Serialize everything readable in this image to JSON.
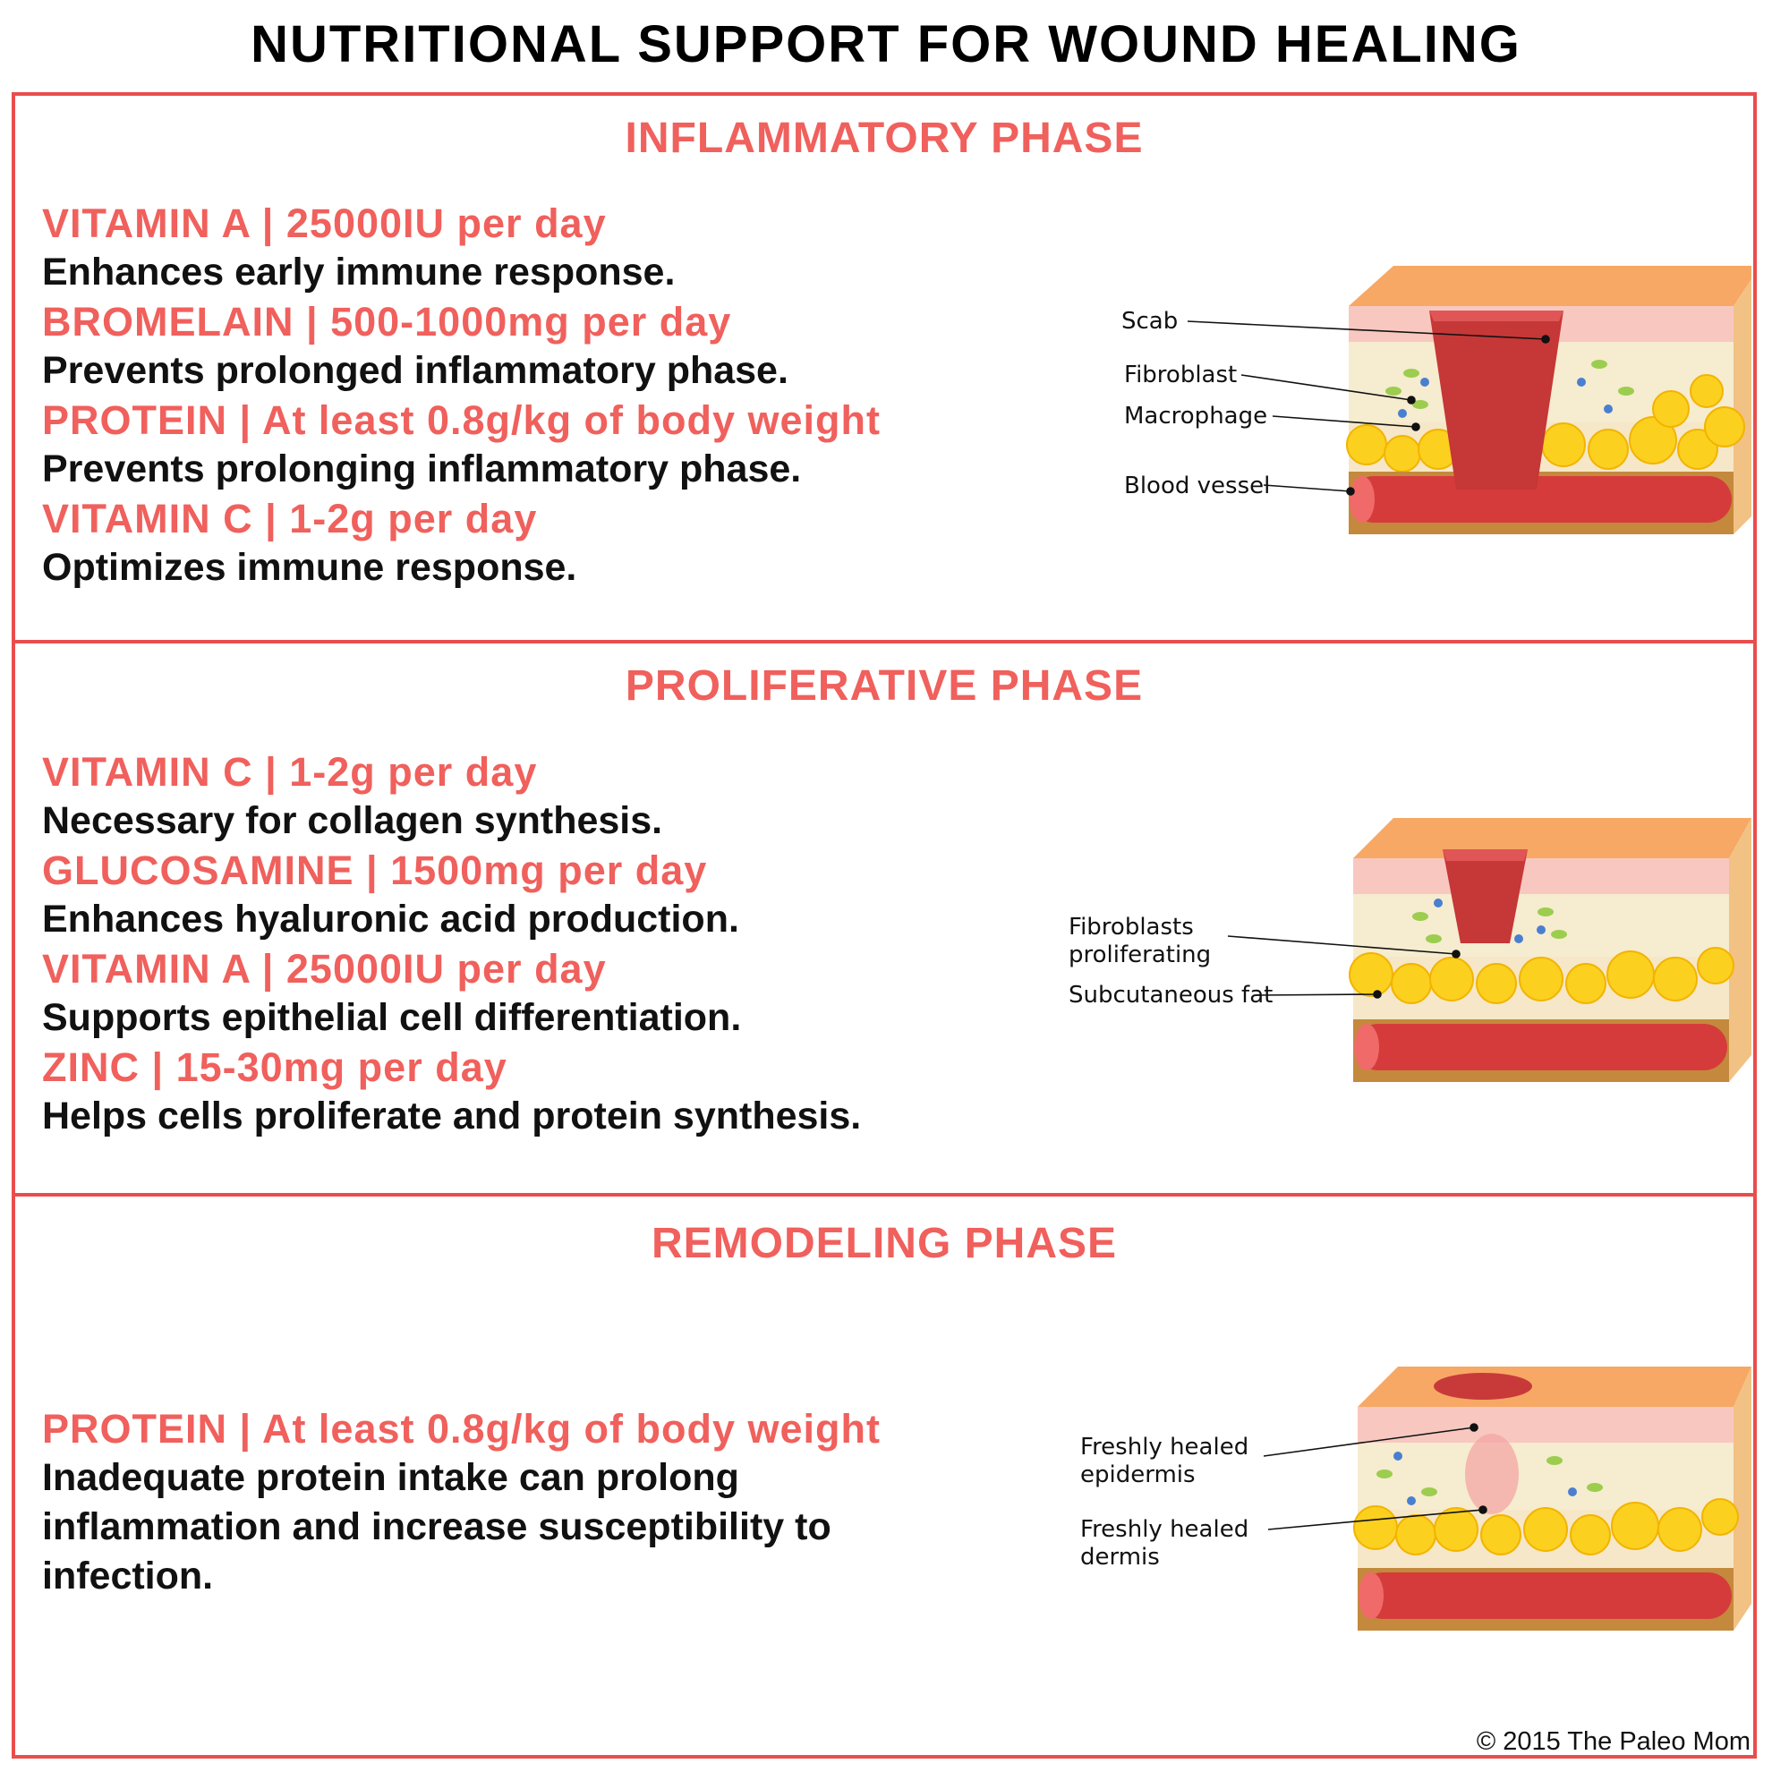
{
  "title": "NUTRITIONAL SUPPORT FOR WOUND HEALING",
  "phases": [
    {
      "title": "INFLAMMATORY PHASE",
      "nutrients": [
        {
          "head": "VITAMIN A | 25000IU per day",
          "desc": "Enhances early immune response."
        },
        {
          "head": "BROMELAIN | 500-1000mg per day",
          "desc": "Prevents prolonged inflammatory phase."
        },
        {
          "head": "PROTEIN | At least 0.8g/kg of body weight",
          "desc": "Prevents prolonging inflammatory phase."
        },
        {
          "head": "VITAMIN C | 1-2g per day",
          "desc": "Optimizes immune response."
        }
      ],
      "labels": [
        "Scab",
        "Fibroblast",
        "Macrophage",
        "Blood vessel"
      ]
    },
    {
      "title": "PROLIFERATIVE PHASE",
      "nutrients": [
        {
          "head": "VITAMIN C | 1-2g per day",
          "desc": "Necessary for collagen synthesis."
        },
        {
          "head": "GLUCOSAMINE | 1500mg per day",
          "desc": "Enhances hyaluronic acid production."
        },
        {
          "head": "VITAMIN A | 25000IU per day",
          "desc": "Supports epithelial cell differentiation."
        },
        {
          "head": "ZINC | 15-30mg per day",
          "desc": "Helps cells proliferate and protein synthesis."
        }
      ],
      "labels": [
        "Fibroblasts",
        "proliferating",
        "Subcutaneous fat"
      ]
    },
    {
      "title": "REMODELING PHASE",
      "nutrients": [
        {
          "head": "PROTEIN | At least 0.8g/kg of body weight",
          "desc": "Inadequate protein intake can prolong inflammation and increase susceptibility to infection."
        }
      ],
      "labels": [
        "Freshly healed",
        "epidermis",
        "Freshly healed",
        "dermis"
      ]
    }
  ],
  "copyright": "© 2015 The Paleo Mom",
  "colors": {
    "accent": "#f0605c",
    "border": "#e94d4d"
  }
}
